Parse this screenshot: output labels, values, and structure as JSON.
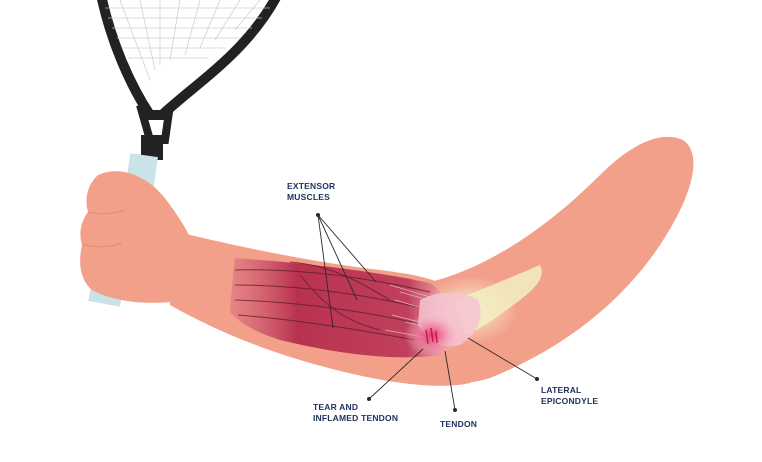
{
  "labels": {
    "extensor": {
      "line1": "EXTENSOR",
      "line2": "MUSCLES"
    },
    "tear": {
      "line1": "TEAR AND",
      "line2": "INFLAMED TENDON"
    },
    "tendon": {
      "line1": "TENDON"
    },
    "epicondyle": {
      "line1": "LATERAL",
      "line2": "EPICONDYLE"
    }
  },
  "colors": {
    "skin": "#f3a08b",
    "muscle": "#b8324f",
    "muscle_light": "#e0738a",
    "tendon": "#f5c3d2",
    "bone": "#f2efc2",
    "label_text": "#1f3260",
    "leader": "#2a2a2a",
    "racket": "#222222",
    "grip": "#c9e3e8"
  },
  "icons": {
    "racket": "tennis-racket-icon"
  }
}
